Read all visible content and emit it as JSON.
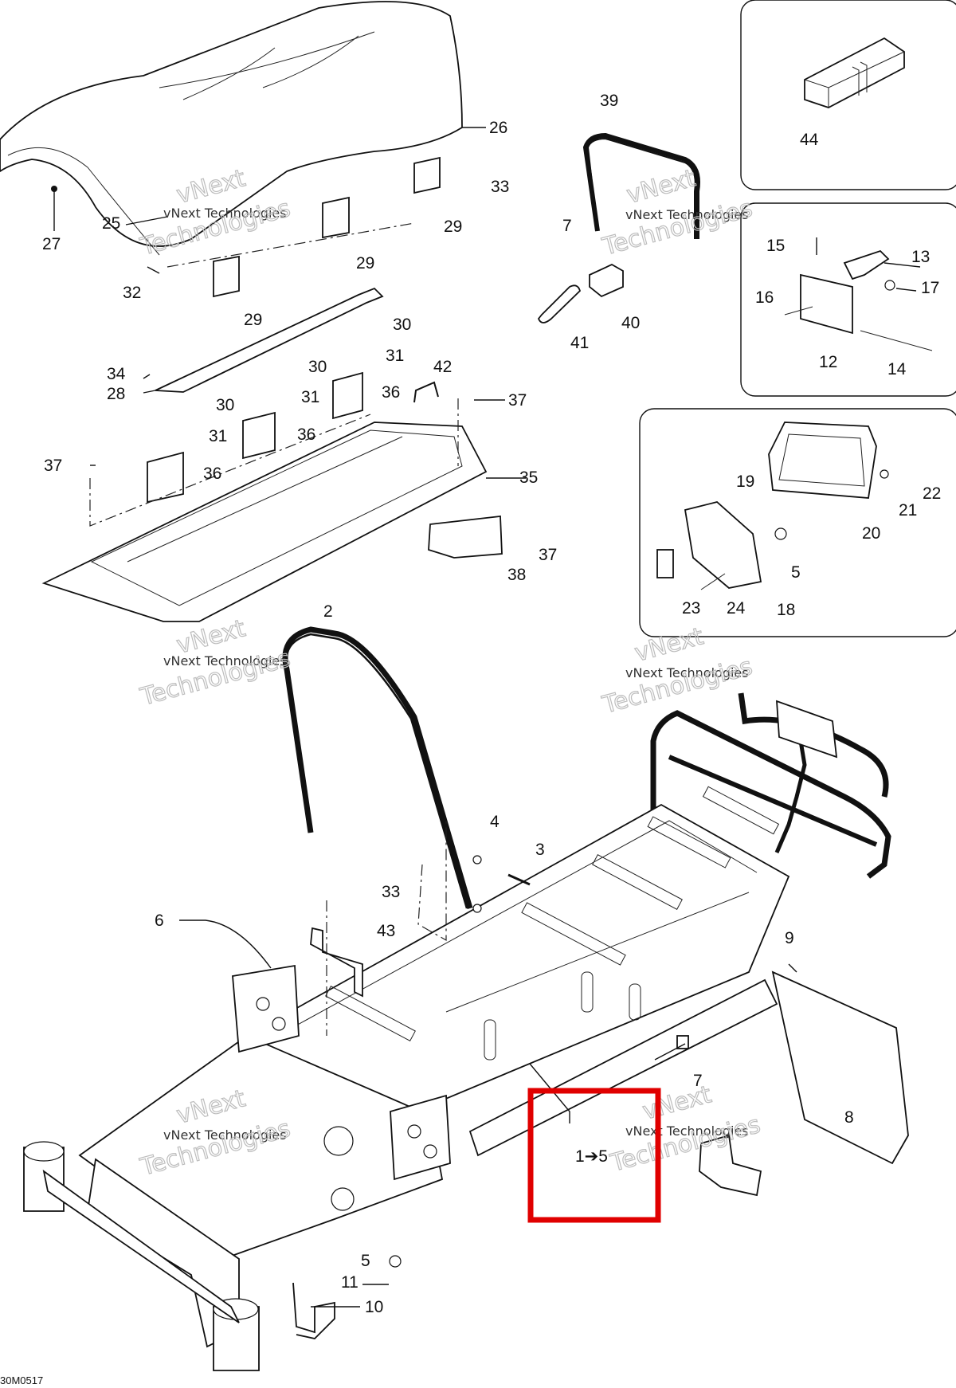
{
  "diagram": {
    "drawing_code": "30M0517",
    "range_label": "1➔5",
    "highlight_color": "#e00000",
    "watermark": {
      "line1": "vNext Technologies",
      "line2": "vNext\nTechnologies"
    },
    "callouts": [
      "1",
      "2",
      "3",
      "4",
      "5",
      "5",
      "6",
      "7",
      "7",
      "8",
      "9",
      "10",
      "11",
      "12",
      "13",
      "14",
      "15",
      "16",
      "17",
      "18",
      "19",
      "20",
      "21",
      "22",
      "23",
      "24",
      "25",
      "26",
      "27",
      "28",
      "29",
      "29",
      "29",
      "30",
      "30",
      "30",
      "31",
      "31",
      "31",
      "32",
      "33",
      "33",
      "34",
      "35",
      "36",
      "36",
      "36",
      "37",
      "37",
      "37",
      "38",
      "39",
      "40",
      "41",
      "42",
      "43",
      "44"
    ]
  }
}
